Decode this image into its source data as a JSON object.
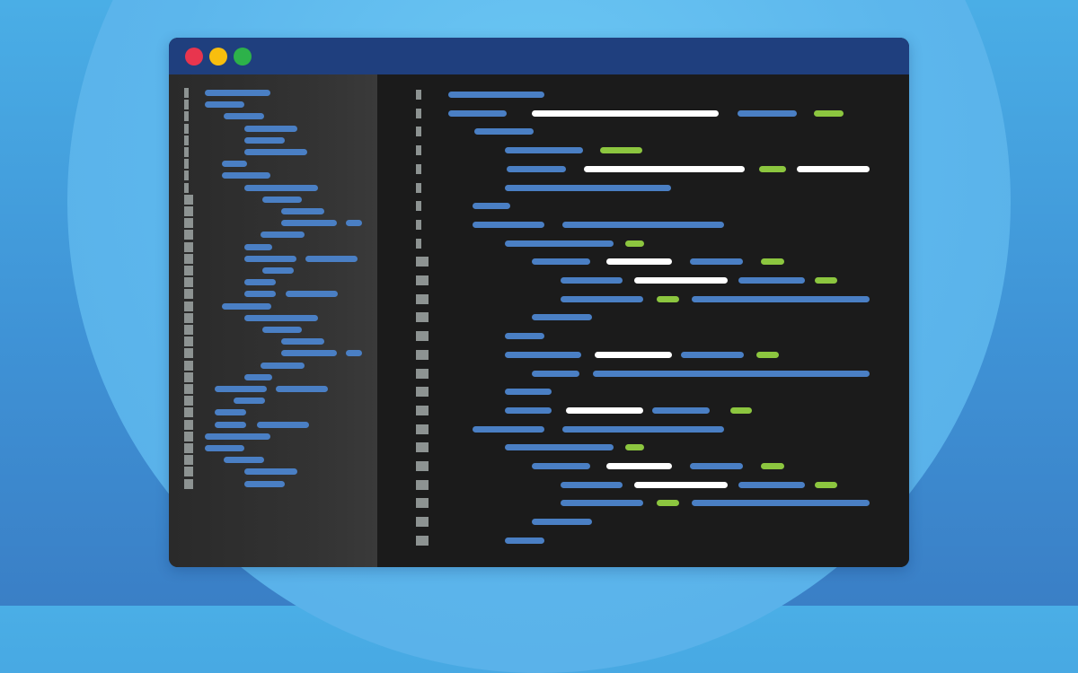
{
  "colors": {
    "background_top": "#4aaee6",
    "halo": "#6cc8f4",
    "titlebar": "#1f3f7e",
    "sidebar": "#333333",
    "editor": "#1b1b1b",
    "gutter_mark": "#8d9392",
    "code_blue": "#4a7fc4",
    "code_white": "#ffffff",
    "code_green": "#8cc63f"
  },
  "window_controls": [
    {
      "name": "close",
      "color": "#e8354e"
    },
    {
      "name": "minimize",
      "color": "#f8be0e"
    },
    {
      "name": "maximize",
      "color": "#2db24a"
    }
  ],
  "icons": [
    "close-dot-icon",
    "minimize-dot-icon",
    "maximize-dot-icon"
  ]
}
